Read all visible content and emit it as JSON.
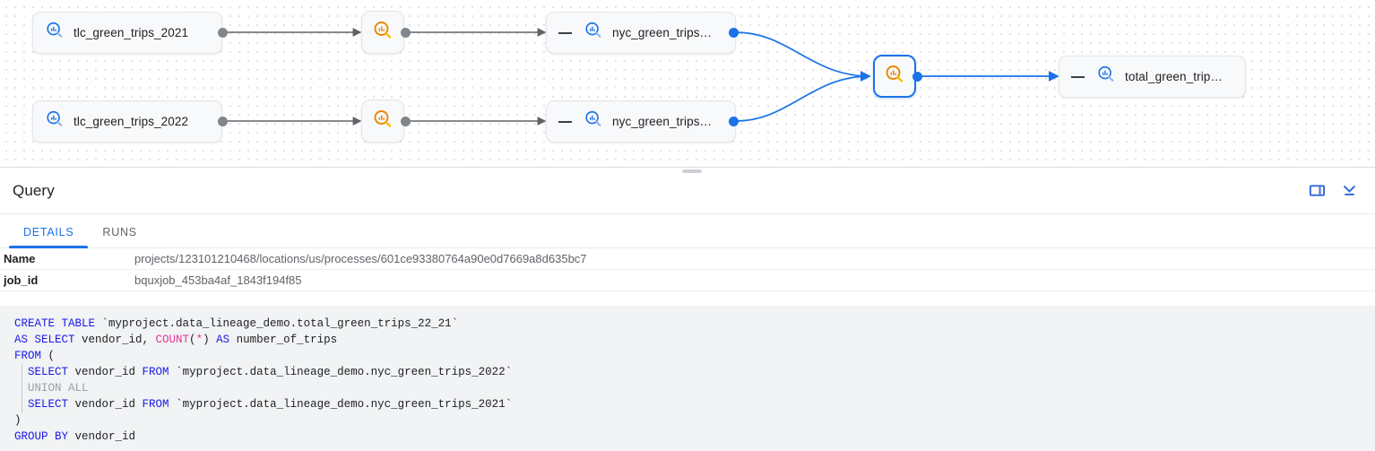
{
  "graph": {
    "nodes": [
      {
        "id": "tlc2021",
        "label": "tlc_green_trips_2021",
        "icon": "lineage-search-blue-icon",
        "kind": "table"
      },
      {
        "id": "tlc2022",
        "label": "tlc_green_trips_2022",
        "icon": "lineage-search-blue-icon",
        "kind": "table"
      },
      {
        "id": "proc1",
        "label": "",
        "icon": "lineage-search-orange-icon",
        "kind": "process"
      },
      {
        "id": "proc2",
        "label": "",
        "icon": "lineage-search-orange-icon",
        "kind": "process"
      },
      {
        "id": "nyc2021",
        "label": "nyc_green_trips…",
        "icon": "lineage-search-blue-icon",
        "kind": "table"
      },
      {
        "id": "nyc2022",
        "label": "nyc_green_trips…",
        "icon": "lineage-search-blue-icon",
        "kind": "table"
      },
      {
        "id": "proc3",
        "label": "",
        "icon": "lineage-search-orange-icon",
        "kind": "process",
        "selected": true
      },
      {
        "id": "total",
        "label": "total_green_trip…",
        "icon": "lineage-search-blue-icon",
        "kind": "table"
      }
    ],
    "colors": {
      "edge_grey": "#5f6368",
      "edge_blue": "#1a73e8",
      "icon_blue": "#1a73e8",
      "icon_orange": "#ea8600",
      "selected_border": "#1a73e8"
    }
  },
  "panel": {
    "title": "Query",
    "icons": {
      "split_panel": "split-panel-icon",
      "collapse": "collapse-panel-icon"
    },
    "tabs": [
      {
        "label": "DETAILS",
        "active": true
      },
      {
        "label": "RUNS",
        "active": false
      }
    ],
    "details": [
      {
        "key": "Name",
        "value": "projects/123101210468/locations/us/processes/601ce93380764a90e0d7669a8d635bc7"
      },
      {
        "key": "job_id",
        "value": "bquxjob_453ba4af_1843f194f85"
      }
    ]
  },
  "sql": {
    "lines": [
      [
        {
          "t": "CREATE TABLE ",
          "c": "kw"
        },
        {
          "t": "`myproject.data_lineage_demo.total_green_trips_22_21`",
          "c": ""
        }
      ],
      [
        {
          "t": "AS SELECT ",
          "c": "kw"
        },
        {
          "t": "vendor_id, ",
          "c": ""
        },
        {
          "t": "COUNT",
          "c": "fn"
        },
        {
          "t": "(",
          "c": ""
        },
        {
          "t": "*",
          "c": "fn"
        },
        {
          "t": ") ",
          "c": ""
        },
        {
          "t": "AS ",
          "c": "kw"
        },
        {
          "t": "number_of_trips",
          "c": ""
        }
      ],
      [
        {
          "t": "FROM ",
          "c": "kw"
        },
        {
          "t": "(",
          "c": ""
        }
      ],
      [
        {
          "t": "  ",
          "c": ""
        },
        {
          "t": "SELECT ",
          "c": "kw"
        },
        {
          "t": "vendor_id ",
          "c": ""
        },
        {
          "t": "FROM ",
          "c": "kw"
        },
        {
          "t": "`myproject.data_lineage_demo.nyc_green_trips_2022`",
          "c": ""
        }
      ],
      [
        {
          "t": "  UNION ALL",
          "c": "dim"
        }
      ],
      [
        {
          "t": "  ",
          "c": ""
        },
        {
          "t": "SELECT ",
          "c": "kw"
        },
        {
          "t": "vendor_id ",
          "c": ""
        },
        {
          "t": "FROM ",
          "c": "kw"
        },
        {
          "t": "`myproject.data_lineage_demo.nyc_green_trips_2021`",
          "c": ""
        }
      ],
      [
        {
          "t": ")",
          "c": ""
        }
      ],
      [
        {
          "t": "GROUP BY ",
          "c": "kw"
        },
        {
          "t": "vendor_id",
          "c": ""
        }
      ]
    ]
  }
}
